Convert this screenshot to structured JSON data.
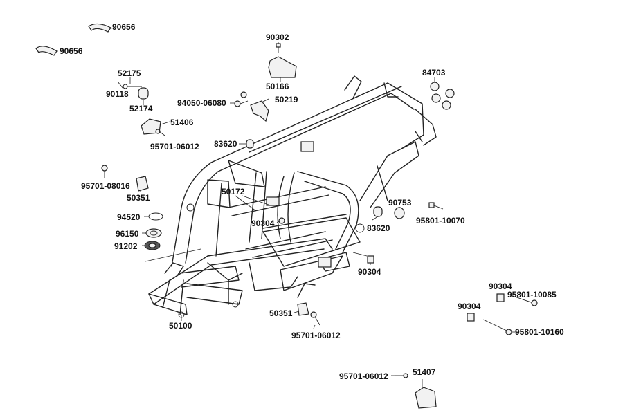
{
  "labels": [
    {
      "id": "l1",
      "text": "90656"
    },
    {
      "id": "l2",
      "text": "90656"
    },
    {
      "id": "l3",
      "text": "90302"
    },
    {
      "id": "l4",
      "text": "50166"
    },
    {
      "id": "l5",
      "text": "84703"
    },
    {
      "id": "l6",
      "text": "52175"
    },
    {
      "id": "l7",
      "text": "90118"
    },
    {
      "id": "l8",
      "text": "52174"
    },
    {
      "id": "l9",
      "text": "94050-06080"
    },
    {
      "id": "l10",
      "text": "50219"
    },
    {
      "id": "l11",
      "text": "51406"
    },
    {
      "id": "l12",
      "text": "95701-06012"
    },
    {
      "id": "l13",
      "text": "83620"
    },
    {
      "id": "l14",
      "text": "95701-08016"
    },
    {
      "id": "l15",
      "text": "50351"
    },
    {
      "id": "l16",
      "text": "50172"
    },
    {
      "id": "l17",
      "text": "90753"
    },
    {
      "id": "l18",
      "text": "95801-10070"
    },
    {
      "id": "l19",
      "text": "94520"
    },
    {
      "id": "l20",
      "text": "90304"
    },
    {
      "id": "l21",
      "text": "83620"
    },
    {
      "id": "l22",
      "text": "96150"
    },
    {
      "id": "l23",
      "text": "91202"
    },
    {
      "id": "l24",
      "text": "90304"
    },
    {
      "id": "l25",
      "text": "90304"
    },
    {
      "id": "l26",
      "text": "95801-10085"
    },
    {
      "id": "l27",
      "text": "90304"
    },
    {
      "id": "l28",
      "text": "50100"
    },
    {
      "id": "l29",
      "text": "50351"
    },
    {
      "id": "l30",
      "text": "95801-10160"
    },
    {
      "id": "l31",
      "text": "95701-06012"
    },
    {
      "id": "l32",
      "text": "95701-06012"
    },
    {
      "id": "l33",
      "text": "51407"
    }
  ]
}
